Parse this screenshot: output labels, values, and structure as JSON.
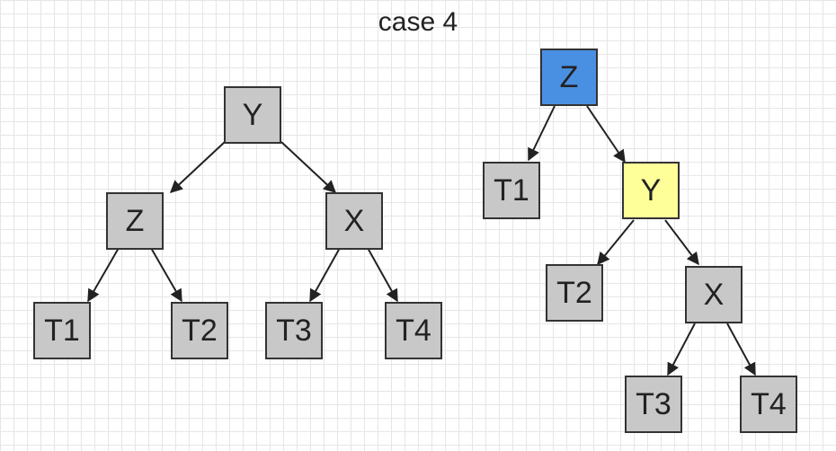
{
  "title": "case 4",
  "colors": {
    "default_node": "#c8c8c8",
    "z_after": "#4a90e2",
    "y_after": "#ffff99",
    "edge": "#222222",
    "grid": "#e6e6e6"
  },
  "before": {
    "Y": "Y",
    "Z": "Z",
    "X": "X",
    "T1": "T1",
    "T2": "T2",
    "T3": "T3",
    "T4": "T4"
  },
  "after": {
    "Z": "Z",
    "T1": "T1",
    "Y": "Y",
    "T2": "T2",
    "X": "X",
    "T3": "T3",
    "T4": "T4"
  }
}
